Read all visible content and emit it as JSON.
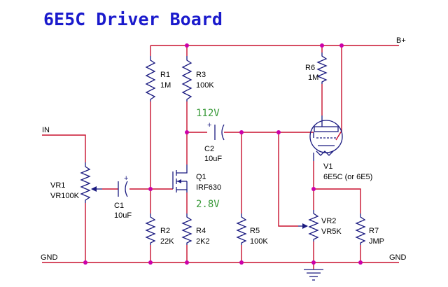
{
  "title": "6E5C Driver Board",
  "nets": {
    "b_plus": "B+",
    "input": "IN",
    "gnd_left": "GND",
    "gnd_right": "GND"
  },
  "components": {
    "r1": {
      "ref": "R1",
      "value": "1M"
    },
    "r2": {
      "ref": "R2",
      "value": "22K"
    },
    "r3": {
      "ref": "R3",
      "value": "100K"
    },
    "r4": {
      "ref": "R4",
      "value": "2K2"
    },
    "r5": {
      "ref": "R5",
      "value": "100K"
    },
    "r6": {
      "ref": "R6",
      "value": "1M"
    },
    "r7": {
      "ref": "R7",
      "value": "JMP"
    },
    "c1": {
      "ref": "C1",
      "value": "10uF"
    },
    "c2": {
      "ref": "C2",
      "value": "10uF"
    },
    "q1": {
      "ref": "Q1",
      "value": "IRF630"
    },
    "vr1": {
      "ref": "VR1",
      "value": "VR100K"
    },
    "vr2": {
      "ref": "VR2",
      "value": "VR5K"
    },
    "v1": {
      "ref": "V1",
      "value": "6E5C (or 6E5)"
    }
  },
  "voltages": {
    "drain": "112V",
    "source": "2.8V"
  },
  "colors": {
    "title": "#1a1acc",
    "wire": "#c8102e",
    "part": "#1a1a80",
    "node": "#cc00aa",
    "voltage": "#3a9a3a",
    "label": "#000000"
  }
}
